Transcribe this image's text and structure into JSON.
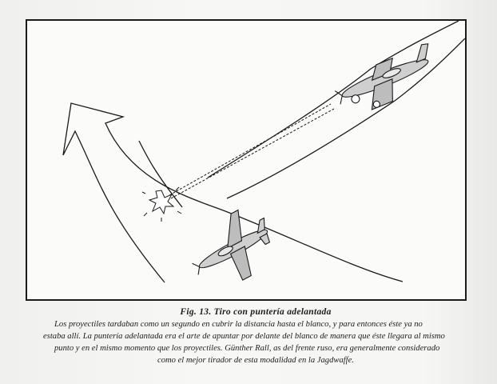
{
  "figure": {
    "title": "Fig. 13. Tiro con puntería adelantada",
    "caption_lines": [
      "Los proyectiles tardaban como un segundo en cubrir la distancia hasta el blanco, y para entonces éste ya no",
      "estaba allí. La puntería adelantada era el arte de apuntar por delante del blanco de manera que éste llegara al mismo",
      "punto y en el mismo momento que los proyectiles. Günther Rall, as del frente ruso, era generalmente considerado",
      "como el mejor tirador de esta modalidad en la Jagdwaffe."
    ],
    "colors": {
      "ink": "#1a1a1a",
      "paper": "#fbfbfa",
      "aircraft_fill": "#cfcfcf"
    }
  }
}
